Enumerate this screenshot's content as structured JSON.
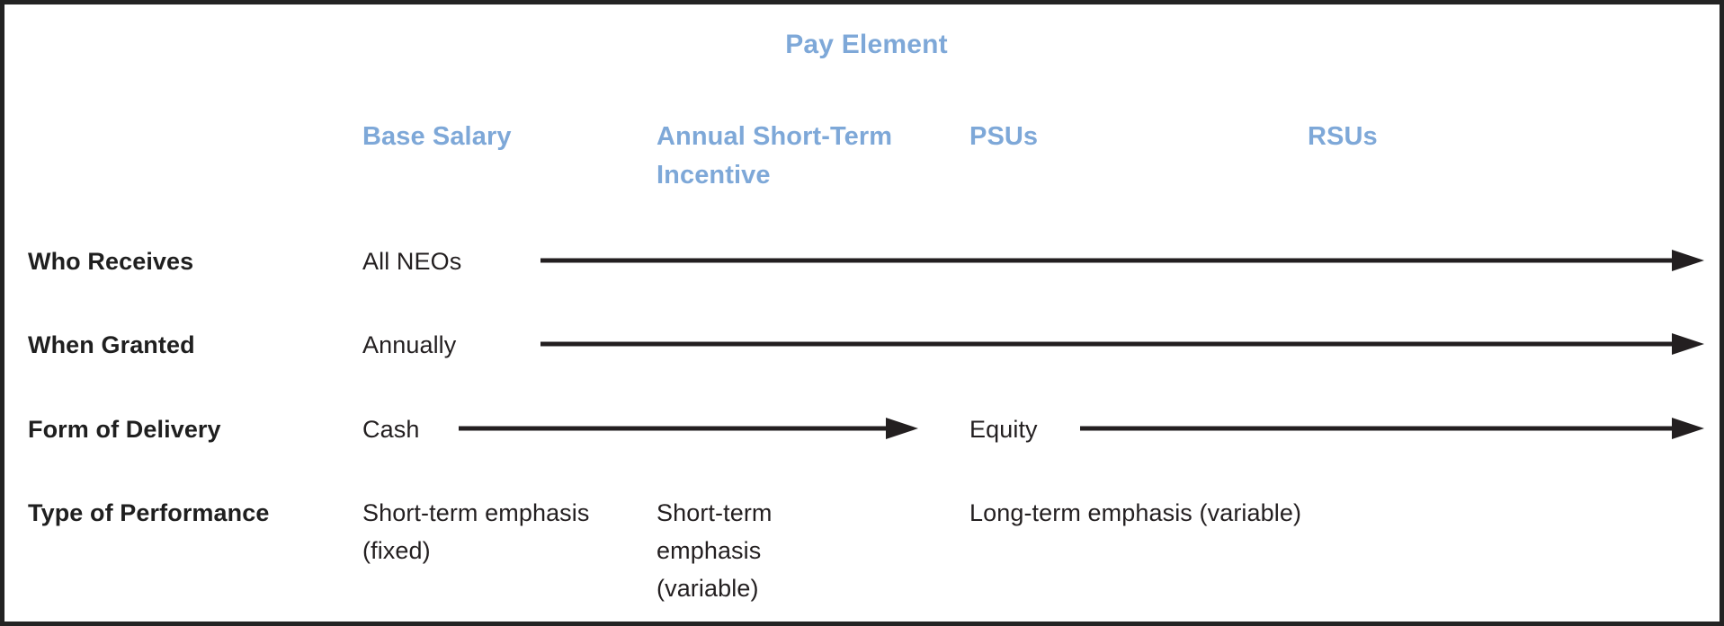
{
  "figure": {
    "title": "Pay Element",
    "accent_color": "#7EA8D8",
    "text_color": "#231f20",
    "border_color": "#232323",
    "background_color": "#ffffff"
  },
  "columns": [
    {
      "label": "Base Salary"
    },
    {
      "label": "Annual Short-Term Incentive"
    },
    {
      "label": "PSUs"
    },
    {
      "label": "RSUs"
    }
  ],
  "rows": [
    {
      "label": "Who Receives",
      "cells": [
        {
          "text": "All NEOs"
        }
      ],
      "arrows": [
        {
          "name": "who-receives-arrow",
          "spans": "Base Salary through RSUs"
        }
      ]
    },
    {
      "label": "When Granted",
      "cells": [
        {
          "text": "Annually"
        }
      ],
      "arrows": [
        {
          "name": "when-granted-arrow",
          "spans": "Base Salary through RSUs"
        }
      ]
    },
    {
      "label": "Form of Delivery",
      "cells": [
        {
          "text": "Cash"
        },
        {
          "text": "Equity"
        }
      ],
      "arrows": [
        {
          "name": "cash-arrow",
          "spans": "Base Salary through Annual Short-Term Incentive"
        },
        {
          "name": "equity-arrow",
          "spans": "PSUs through RSUs"
        }
      ]
    },
    {
      "label": "Type of Performance",
      "cells": [
        {
          "text": "Short-term emphasis (fixed)"
        },
        {
          "text": "Short-term emphasis (variable)"
        },
        {
          "text": "Long-term emphasis (variable)"
        }
      ],
      "arrows": []
    }
  ]
}
